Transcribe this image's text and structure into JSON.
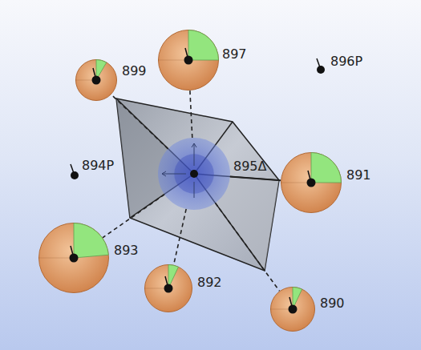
{
  "diagram": {
    "nodes": [
      {
        "text": [
          "899"
        ]
      },
      {
        "text": [
          "897"
        ]
      },
      {
        "text": [
          "895Δ"
        ]
      },
      {
        "text": [
          "891"
        ]
      },
      {
        "text": [
          "893"
        ]
      },
      {
        "text": [
          "892"
        ]
      },
      {
        "text": [
          "890"
        ]
      }
    ],
    "edges": [
      {
        "from": 2,
        "to": 0,
        "arrow": "none"
      },
      {
        "from": 2,
        "to": 1,
        "arrow": "none"
      },
      {
        "from": 2,
        "to": 3,
        "arrow": "none"
      },
      {
        "from": 2,
        "to": 4,
        "arrow": "none"
      },
      {
        "from": 2,
        "to": 5,
        "arrow": "none"
      },
      {
        "from": 2,
        "to": 6,
        "arrow": "none"
      }
    ],
    "labels": [
      "896P",
      "894P"
    ]
  }
}
